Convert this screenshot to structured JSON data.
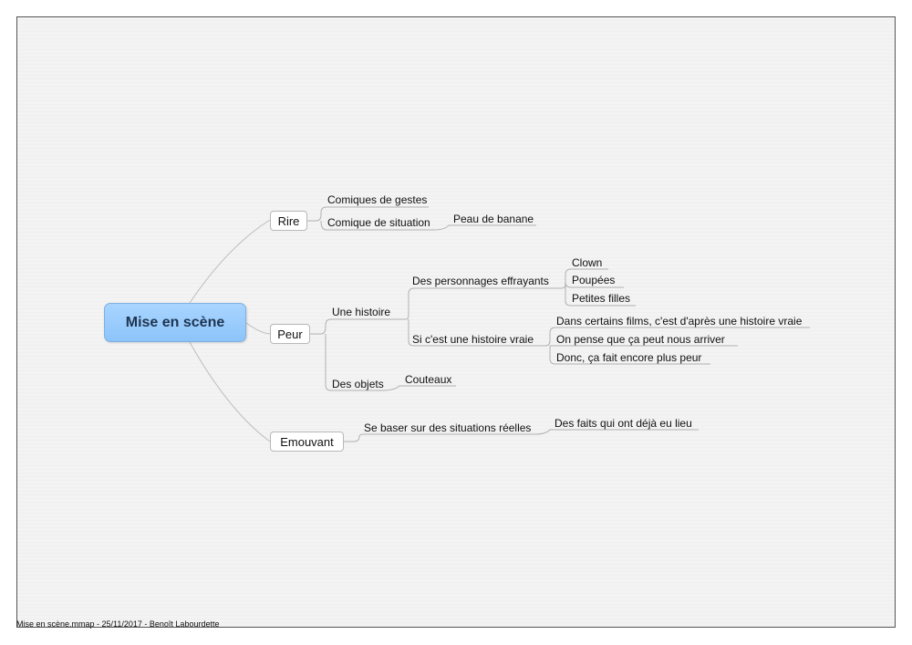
{
  "map": {
    "central": "Mise en scène",
    "rire": {
      "label": "Rire",
      "comiques_de_gestes": "Comiques de gestes",
      "comique_de_situation": "Comique de situation",
      "peau_de_banane": "Peau de banane"
    },
    "peur": {
      "label": "Peur",
      "une_histoire": "Une histoire",
      "personnages": "Des personnages effrayants",
      "clown": "Clown",
      "poupees": "Poupées",
      "petites_filles": "Petites filles",
      "histoire_vraie": "Si c'est une histoire vraie",
      "films": "Dans certains films, c'est d'après une histoire vraie",
      "arriver": "On pense que ça peut nous arriver",
      "plus_peur": "Donc, ça fait encore plus peur",
      "objets": "Des objets",
      "couteaux": "Couteaux"
    },
    "emouvant": {
      "label": "Emouvant",
      "situations_reelles": "Se baser sur des situations réelles",
      "faits": "Des faits qui ont déjà eu lieu"
    }
  },
  "footer": "Mise en scène.mmap - 25/11/2017 - Benoît Labourdette"
}
